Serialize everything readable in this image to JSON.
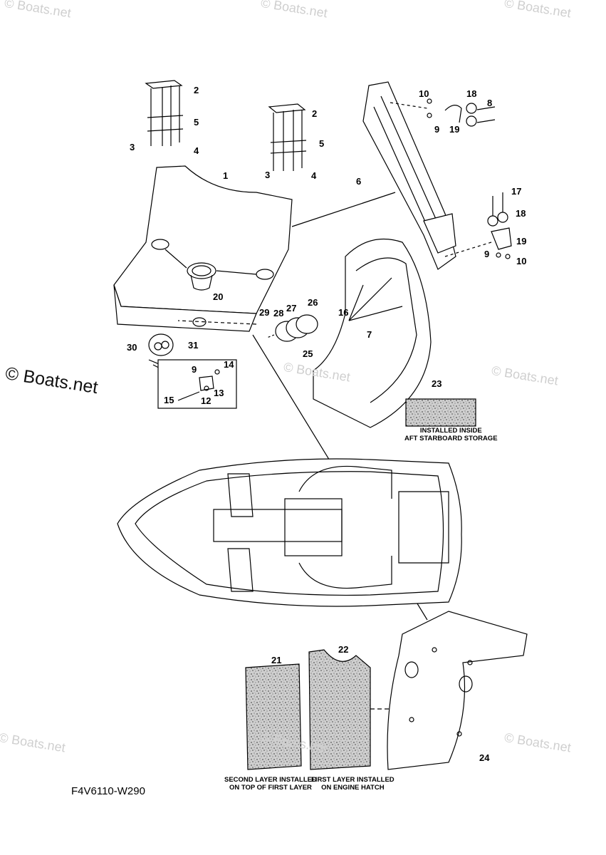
{
  "watermarks": {
    "small": "© Boats.net",
    "large": "© Boats.net"
  },
  "callouts": {
    "c1": "1",
    "c2a": "2",
    "c2b": "2",
    "c3a": "3",
    "c3b": "3",
    "c4a": "4",
    "c4b": "4",
    "c5a": "5",
    "c5b": "5",
    "c6": "6",
    "c7": "7",
    "c8": "8",
    "c9a": "9",
    "c9b": "9",
    "c9c": "9",
    "c10a": "10",
    "c10b": "10",
    "c12": "12",
    "c13": "13",
    "c14": "14",
    "c15": "15",
    "c16a": "16",
    "c17": "17",
    "c18a": "18",
    "c18b": "18",
    "c19a": "19",
    "c19b": "19",
    "c20": "20",
    "c21": "21",
    "c22": "22",
    "c23": "23",
    "c24": "24",
    "c25": "25",
    "c26": "26",
    "c27": "27",
    "c28": "28",
    "c29": "29",
    "c30": "30",
    "c31": "31"
  },
  "notes": {
    "aft_storage_line1": "INSTALLED INSIDE",
    "aft_storage_line2": "AFT STARBOARD STORAGE",
    "second_layer_line1": "SECOND LAYER INSTALLED",
    "second_layer_line2": "ON TOP OF FIRST LAYER",
    "first_layer_line1": "FIRST LAYER INSTALLED",
    "first_layer_line2": "ON ENGINE HATCH"
  },
  "diagram_code": "F4V6110-W290",
  "colors": {
    "line": "#000000",
    "watermark": "#cfcfcf",
    "foam_fill": "#d9d9d9"
  }
}
